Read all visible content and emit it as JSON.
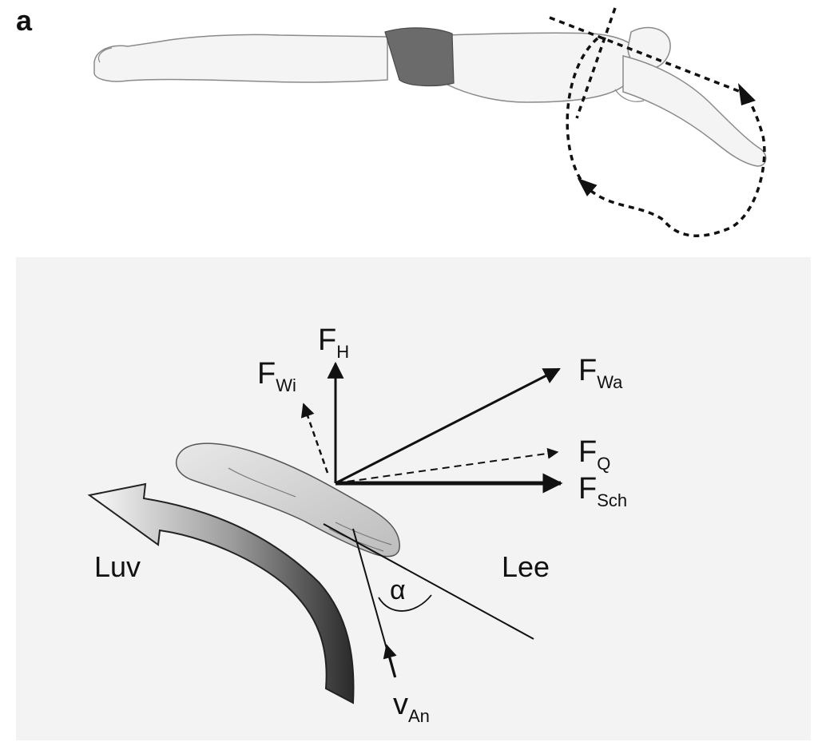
{
  "figure": {
    "panel_label": "a",
    "labels": {
      "lift": {
        "main": "F",
        "sub": "H"
      },
      "induced_drag": {
        "main": "F",
        "sub": "Wi"
      },
      "drag": {
        "main": "F",
        "sub": "Wa"
      },
      "transverse": {
        "main": "F",
        "sub": "Q"
      },
      "thrust": {
        "main": "F",
        "sub": "Sch"
      },
      "windward": "Luv",
      "leeward": "Lee",
      "angle": "α",
      "velocity": {
        "main": "v",
        "sub": "An"
      }
    },
    "colors": {
      "ink": "#111111",
      "swimsuit": "#6b6b6b",
      "skin": "#f4f4f4",
      "hand": "#d6d6d6",
      "lower_panel_bg": "#f3f3f3"
    }
  }
}
